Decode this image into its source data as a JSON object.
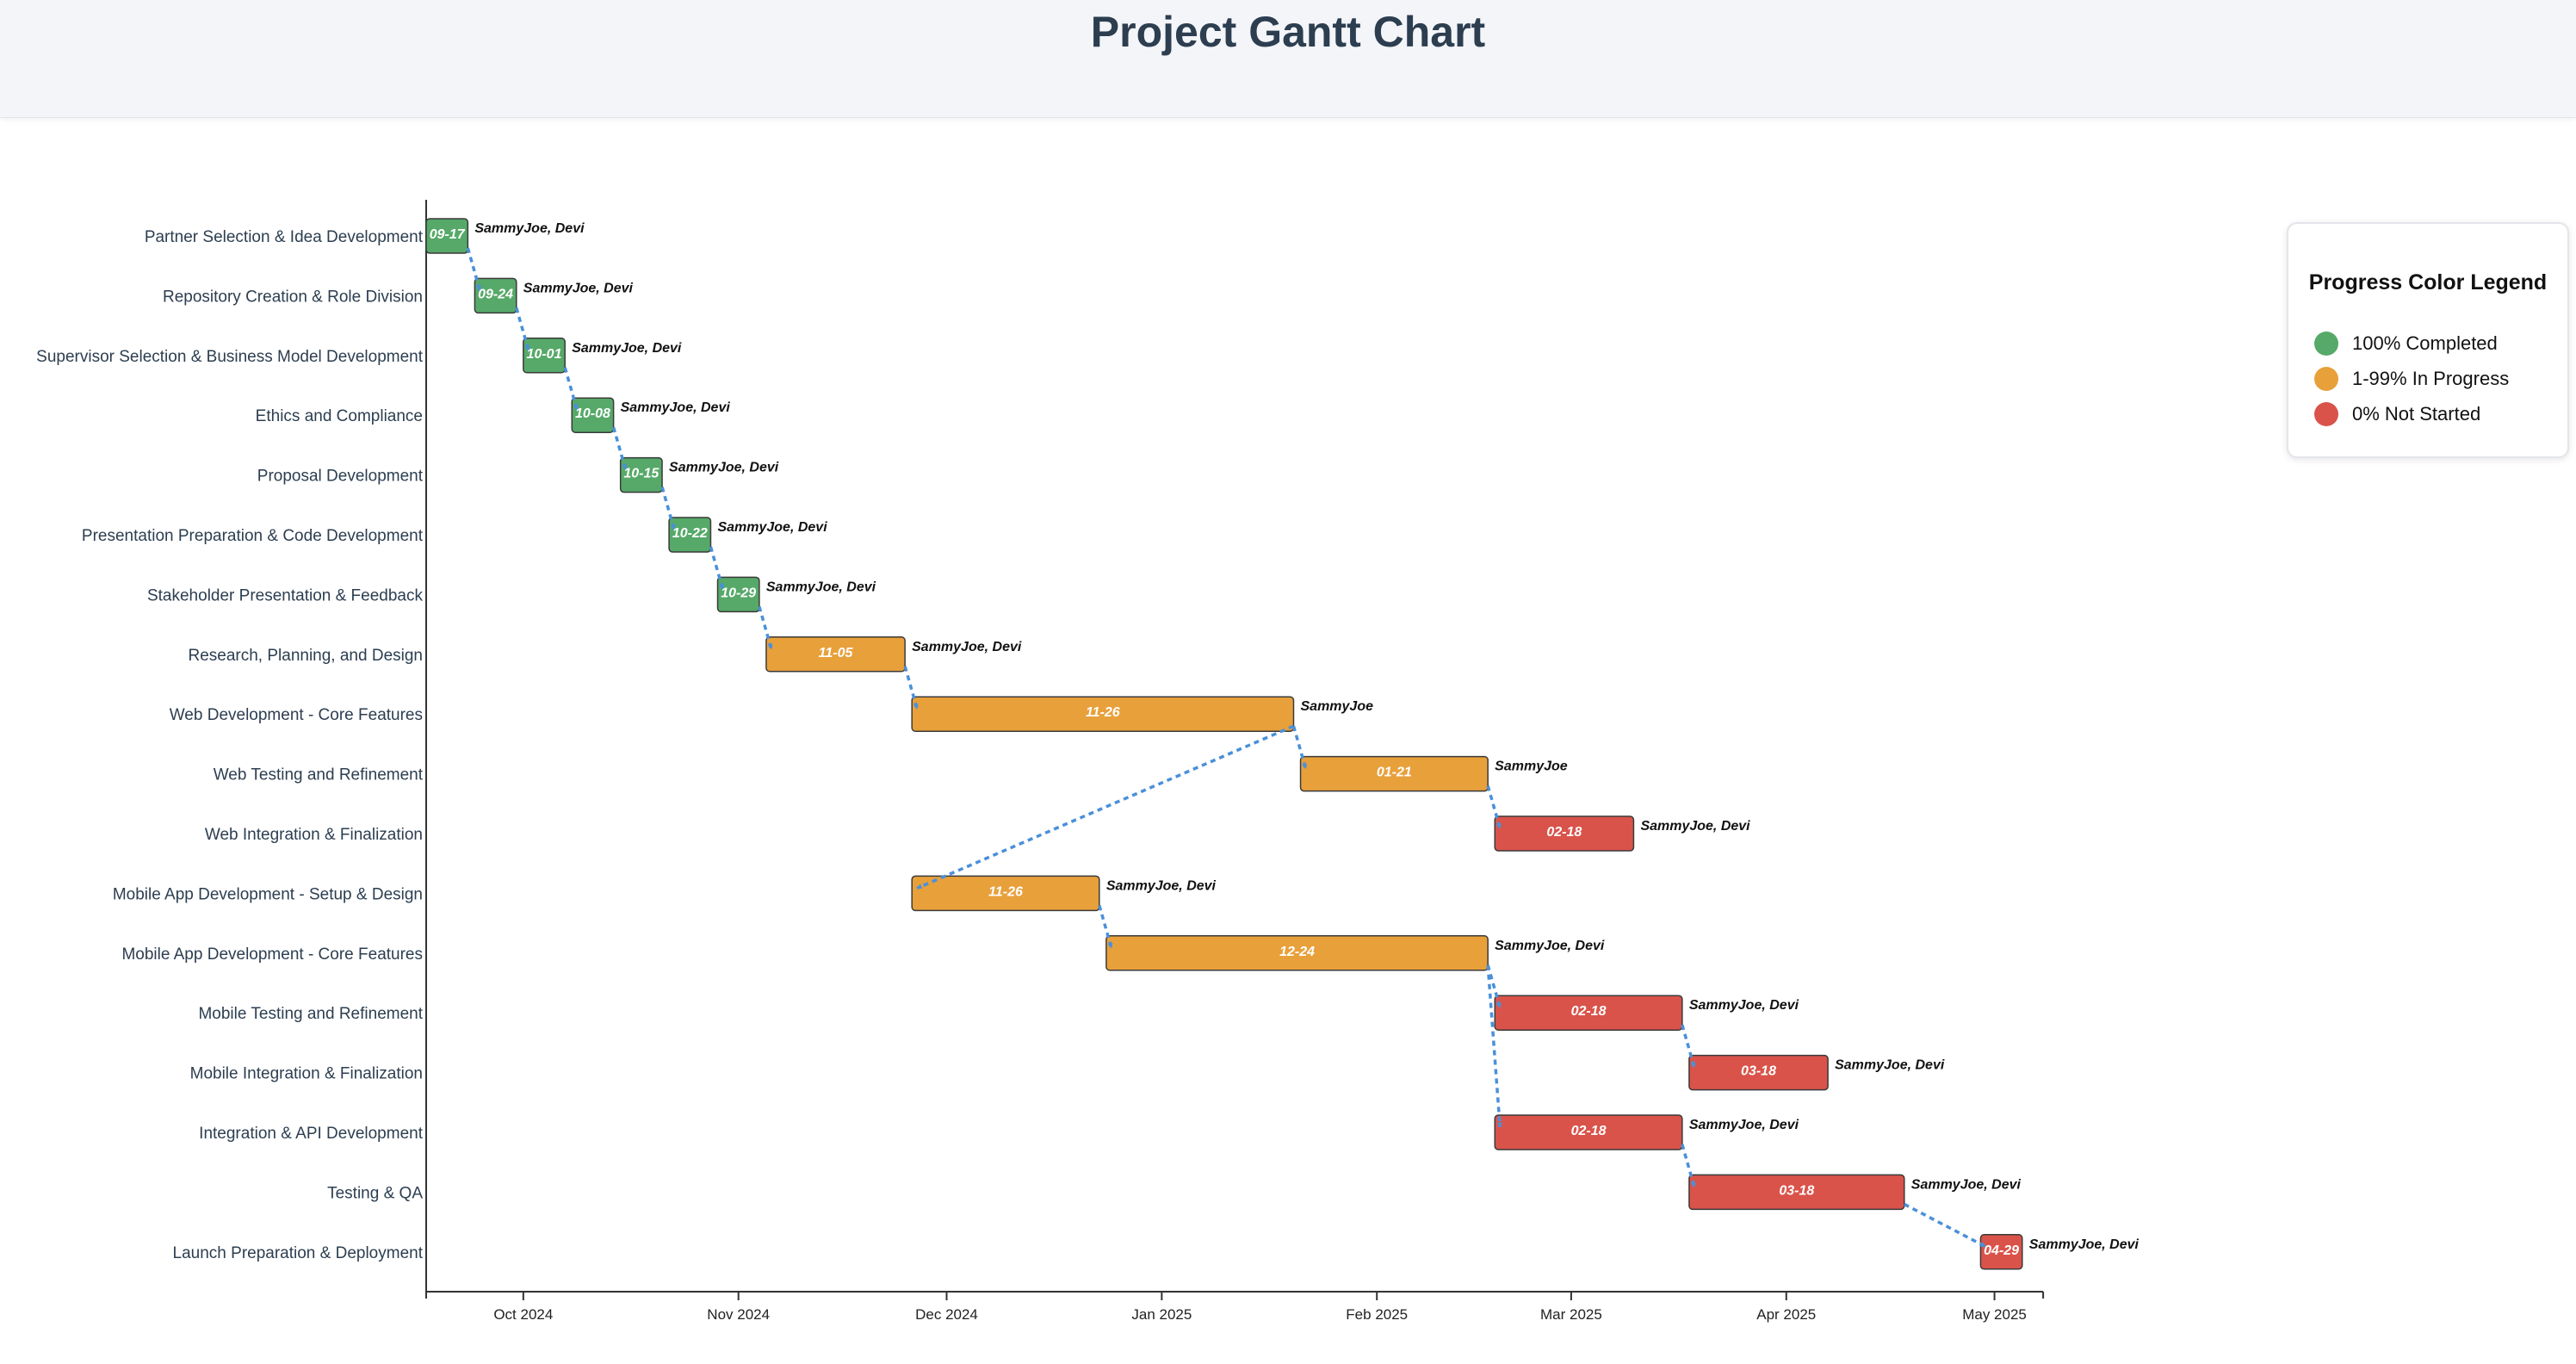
{
  "title": "Project Gantt Chart",
  "legend": {
    "title": "Progress Color Legend",
    "items": [
      {
        "label": "100% Completed",
        "color": "#56a968"
      },
      {
        "label": "1-99% In Progress",
        "color": "#e8a03b"
      },
      {
        "label": "0% Not Started",
        "color": "#d9534a"
      }
    ]
  },
  "chart_data": {
    "type": "gantt",
    "x_axis": {
      "range": [
        "2024-09-17",
        "2025-05-10"
      ],
      "ticks": [
        {
          "date": "2024-10-01",
          "label": "Oct 2024"
        },
        {
          "date": "2024-11-01",
          "label": "Nov 2024"
        },
        {
          "date": "2024-12-01",
          "label": "Dec 2024"
        },
        {
          "date": "2025-01-01",
          "label": "Jan 2025"
        },
        {
          "date": "2025-02-01",
          "label": "Feb 2025"
        },
        {
          "date": "2025-03-01",
          "label": "Mar 2025"
        },
        {
          "date": "2025-04-01",
          "label": "Apr 2025"
        },
        {
          "date": "2025-05-01",
          "label": "May 2025"
        }
      ]
    },
    "tasks": [
      {
        "name": "Partner Selection & Idea Development",
        "start": "2024-09-17",
        "end": "2024-09-23",
        "label": "09-17",
        "assignees": "SammyJoe, Devi",
        "status": "completed"
      },
      {
        "name": "Repository Creation & Role Division",
        "start": "2024-09-24",
        "end": "2024-09-30",
        "label": "09-24",
        "assignees": "SammyJoe, Devi",
        "status": "completed"
      },
      {
        "name": "Supervisor Selection & Business Model Development",
        "start": "2024-10-01",
        "end": "2024-10-07",
        "label": "10-01",
        "assignees": "SammyJoe, Devi",
        "status": "completed"
      },
      {
        "name": "Ethics and Compliance",
        "start": "2024-10-08",
        "end": "2024-10-14",
        "label": "10-08",
        "assignees": "SammyJoe, Devi",
        "status": "completed"
      },
      {
        "name": "Proposal Development",
        "start": "2024-10-15",
        "end": "2024-10-21",
        "label": "10-15",
        "assignees": "SammyJoe, Devi",
        "status": "completed"
      },
      {
        "name": "Presentation Preparation & Code Development",
        "start": "2024-10-22",
        "end": "2024-10-28",
        "label": "10-22",
        "assignees": "SammyJoe, Devi",
        "status": "completed"
      },
      {
        "name": "Stakeholder Presentation & Feedback",
        "start": "2024-10-29",
        "end": "2024-11-04",
        "label": "10-29",
        "assignees": "SammyJoe, Devi",
        "status": "completed"
      },
      {
        "name": "Research, Planning, and Design",
        "start": "2024-11-05",
        "end": "2024-11-25",
        "label": "11-05",
        "assignees": "SammyJoe, Devi",
        "status": "in_progress"
      },
      {
        "name": "Web Development - Core Features",
        "start": "2024-11-26",
        "end": "2025-01-20",
        "label": "11-26",
        "assignees": "SammyJoe",
        "status": "in_progress"
      },
      {
        "name": "Web Testing and Refinement",
        "start": "2025-01-21",
        "end": "2025-02-17",
        "label": "01-21",
        "assignees": "SammyJoe",
        "status": "in_progress"
      },
      {
        "name": "Web Integration & Finalization",
        "start": "2025-02-18",
        "end": "2025-03-10",
        "label": "02-18",
        "assignees": "SammyJoe, Devi",
        "status": "not_started"
      },
      {
        "name": "Mobile App Development - Setup & Design",
        "start": "2024-11-26",
        "end": "2024-12-23",
        "label": "11-26",
        "assignees": "SammyJoe, Devi",
        "status": "in_progress"
      },
      {
        "name": "Mobile App Development - Core Features",
        "start": "2024-12-24",
        "end": "2025-02-17",
        "label": "12-24",
        "assignees": "SammyJoe, Devi",
        "status": "in_progress"
      },
      {
        "name": "Mobile Testing and Refinement",
        "start": "2025-02-18",
        "end": "2025-03-17",
        "label": "02-18",
        "assignees": "SammyJoe, Devi",
        "status": "not_started"
      },
      {
        "name": "Mobile Integration & Finalization",
        "start": "2025-03-18",
        "end": "2025-04-07",
        "label": "03-18",
        "assignees": "SammyJoe, Devi",
        "status": "not_started"
      },
      {
        "name": "Integration & API Development",
        "start": "2025-02-18",
        "end": "2025-03-17",
        "label": "02-18",
        "assignees": "SammyJoe, Devi",
        "status": "not_started"
      },
      {
        "name": "Testing & QA",
        "start": "2025-03-18",
        "end": "2025-04-18",
        "label": "03-18",
        "assignees": "SammyJoe, Devi",
        "status": "not_started"
      },
      {
        "name": "Launch Preparation & Deployment",
        "start": "2025-04-29",
        "end": "2025-05-05",
        "label": "04-29",
        "assignees": "SammyJoe, Devi",
        "status": "not_started"
      }
    ],
    "dependencies": [
      [
        0,
        1
      ],
      [
        1,
        2
      ],
      [
        2,
        3
      ],
      [
        3,
        4
      ],
      [
        4,
        5
      ],
      [
        5,
        6
      ],
      [
        6,
        7
      ],
      [
        7,
        8
      ],
      [
        8,
        9
      ],
      [
        9,
        10
      ],
      [
        8,
        11
      ],
      [
        11,
        12
      ],
      [
        12,
        13
      ],
      [
        13,
        14
      ],
      [
        12,
        15
      ],
      [
        15,
        16
      ],
      [
        16,
        17
      ]
    ],
    "status_colors": {
      "completed": "#56a968",
      "in_progress": "#e8a03b",
      "not_started": "#d9534a"
    },
    "arrow_color": "#4a90d9"
  }
}
